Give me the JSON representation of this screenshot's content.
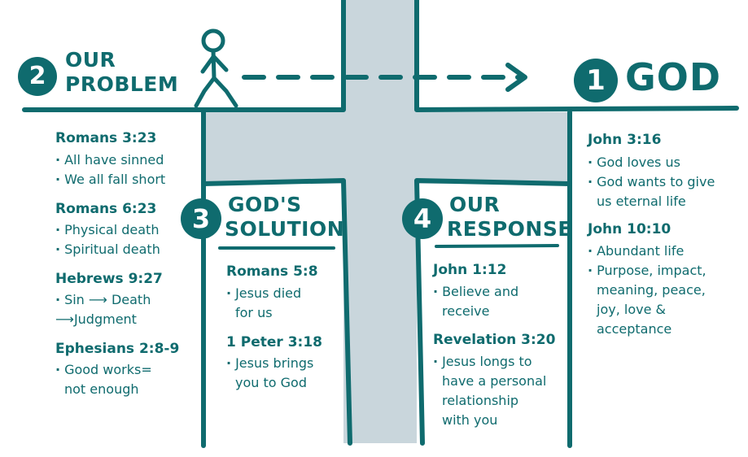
{
  "colors": {
    "teal": "#0f6b6e",
    "cross_fill": "#c9d6dc"
  },
  "god": {
    "number": "1",
    "title": "GOD"
  },
  "problem": {
    "number": "2",
    "title_line1": "OUR",
    "title_line2": "PROBLEM"
  },
  "solution": {
    "number": "3",
    "title_line1": "GOD'S",
    "title_line2": "SOLUTION"
  },
  "response": {
    "number": "4",
    "title_line1": "OUR",
    "title_line2": "RESPONSE"
  },
  "left_column": [
    {
      "ref": "Romans 3:23",
      "lines": [
        "All have sinned",
        "We all fall short"
      ]
    },
    {
      "ref": "Romans 6:23",
      "lines": [
        "Physical death",
        "Spiritual death"
      ]
    },
    {
      "ref": "Hebrews 9:27",
      "line1": "Sin",
      "line1_tail": "Death",
      "line2_tail": "Judgment"
    },
    {
      "ref": "Ephesians 2:8-9",
      "lines": [
        "Good works=",
        "not enough"
      ]
    }
  ],
  "solution_column": [
    {
      "ref": "Romans 5:8",
      "lines": [
        "Jesus died",
        "for us"
      ]
    },
    {
      "ref": "1 Peter 3:18",
      "lines": [
        "Jesus brings",
        "you to God"
      ]
    }
  ],
  "response_column": [
    {
      "ref": "John 1:12",
      "lines": [
        "Believe and",
        "receive"
      ]
    },
    {
      "ref": "Revelation 3:20",
      "lines": [
        "Jesus longs to",
        "have a personal",
        "relationship",
        "with you"
      ]
    }
  ],
  "right_column": [
    {
      "ref": "John 3:16",
      "lines": [
        "God loves us",
        "God wants to give",
        "us eternal life"
      ]
    },
    {
      "ref": "John 10:10",
      "lines": [
        "Abundant life",
        "Purpose, impact,",
        "meaning, peace,",
        "joy, love &",
        "acceptance"
      ]
    }
  ]
}
